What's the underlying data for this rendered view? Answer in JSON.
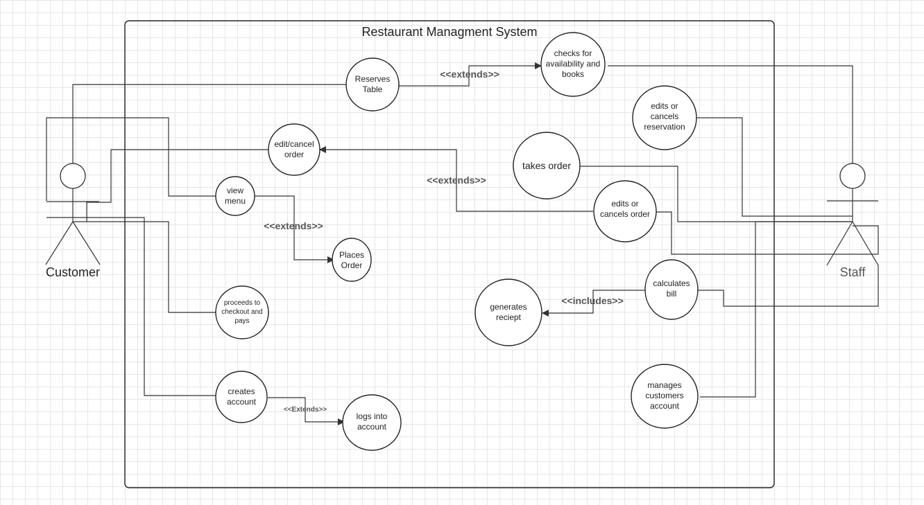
{
  "diagram": {
    "title": "Restaurant Managment System",
    "actors": {
      "customer": "Customer",
      "staff": "Staff"
    },
    "use_cases": {
      "reserves_table": [
        "Reserves",
        "Table"
      ],
      "checks_availability": [
        "checks for",
        "availability and",
        "books"
      ],
      "edits_cancels_reservation": [
        "edits or",
        "cancels",
        "reservation"
      ],
      "edit_cancel_order": [
        "edit/cancel",
        "order"
      ],
      "takes_order": [
        "takes order"
      ],
      "view_menu": [
        "view",
        "menu"
      ],
      "edits_cancels_order": [
        "edits or",
        "cancels order"
      ],
      "places_order": [
        "Places",
        "Order"
      ],
      "calculates_bill": [
        "calculates",
        "bill"
      ],
      "generates_receipt": [
        "generates",
        "reciept"
      ],
      "proceeds_checkout": [
        "proceeds to",
        "checkout and",
        "pays"
      ],
      "creates_account": [
        "creates",
        "account"
      ],
      "logs_into_account": [
        "logs into",
        "account"
      ],
      "manages_customers_account": [
        "manages",
        "customers",
        "account"
      ]
    },
    "relations": {
      "extends_reservation": "<<extends>>",
      "extends_order_edit": "<<extends>>",
      "extends_place_order": "<<extends>>",
      "includes_receipt": "<<includes>>",
      "extends_login": "<<Extends>>"
    }
  },
  "colors": {
    "line": "#333333",
    "grid": "#e6e6e6",
    "customer_label": "#222222",
    "staff_label": "#555555"
  }
}
